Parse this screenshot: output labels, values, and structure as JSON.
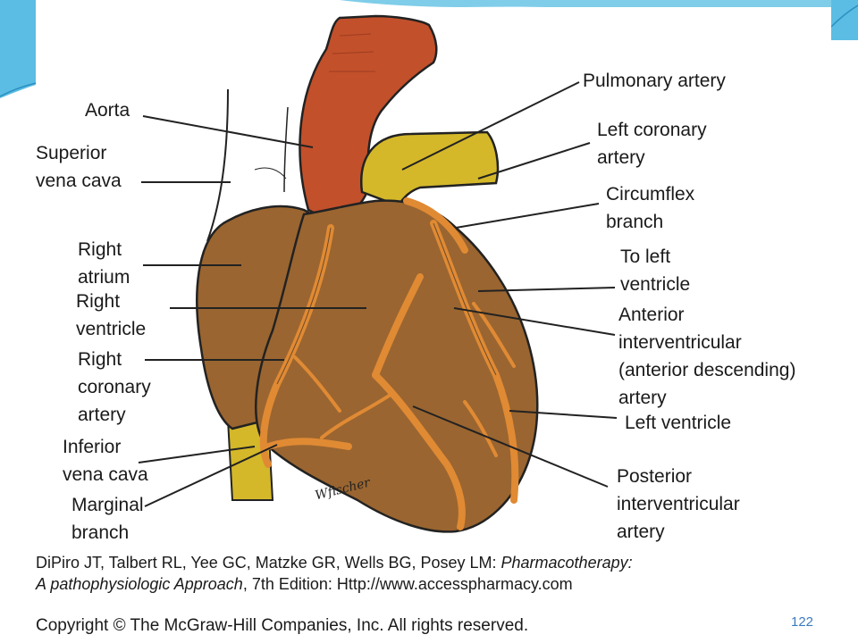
{
  "colors": {
    "aorta": "#c2502b",
    "pulmonary_artery": "#d4b82a",
    "myocardium": "#9a6530",
    "vessels": "#e08a34",
    "slide_accent": "#4fb6e0",
    "page_number": "#3b7bbf"
  },
  "labels": {
    "aorta": [
      "Aorta"
    ],
    "superior_vena_cava": [
      "Superior",
      "vena cava"
    ],
    "right_atrium": [
      "Right",
      "atrium"
    ],
    "right_ventricle": [
      "Right",
      "ventricle"
    ],
    "right_coronary_artery": [
      "Right",
      "coronary",
      "artery"
    ],
    "inferior_vena_cava": [
      "Inferior",
      "vena cava"
    ],
    "marginal_branch": [
      "Marginal",
      "branch"
    ],
    "pulmonary_artery": [
      "Pulmonary artery"
    ],
    "left_coronary_artery": [
      "Left coronary",
      "artery"
    ],
    "circumflex_branch": [
      "Circumflex",
      "branch"
    ],
    "to_left_ventricle": [
      "To left",
      "ventricle"
    ],
    "anterior_interventricular": [
      "Anterior",
      "interventricular",
      "(anterior descending)",
      "artery"
    ],
    "left_ventricle": [
      "Left ventricle"
    ],
    "posterior_interventricular": [
      "Posterior",
      "interventricular",
      "artery"
    ]
  },
  "signature": "Wfischer",
  "citation": {
    "line1_plain": "DiPiro JT, Talbert RL, Yee GC, Matzke GR, Wells BG, Posey LM: ",
    "line1_italic": "Pharmacotherapy:",
    "line2_italic": "A pathophysiologic Approach",
    "line2_plain": ", 7th Edition: Http://www.accesspharmacy.com"
  },
  "copyright": "Copyright © The McGraw-Hill Companies, Inc. All rights reserved.",
  "page_number": "122"
}
